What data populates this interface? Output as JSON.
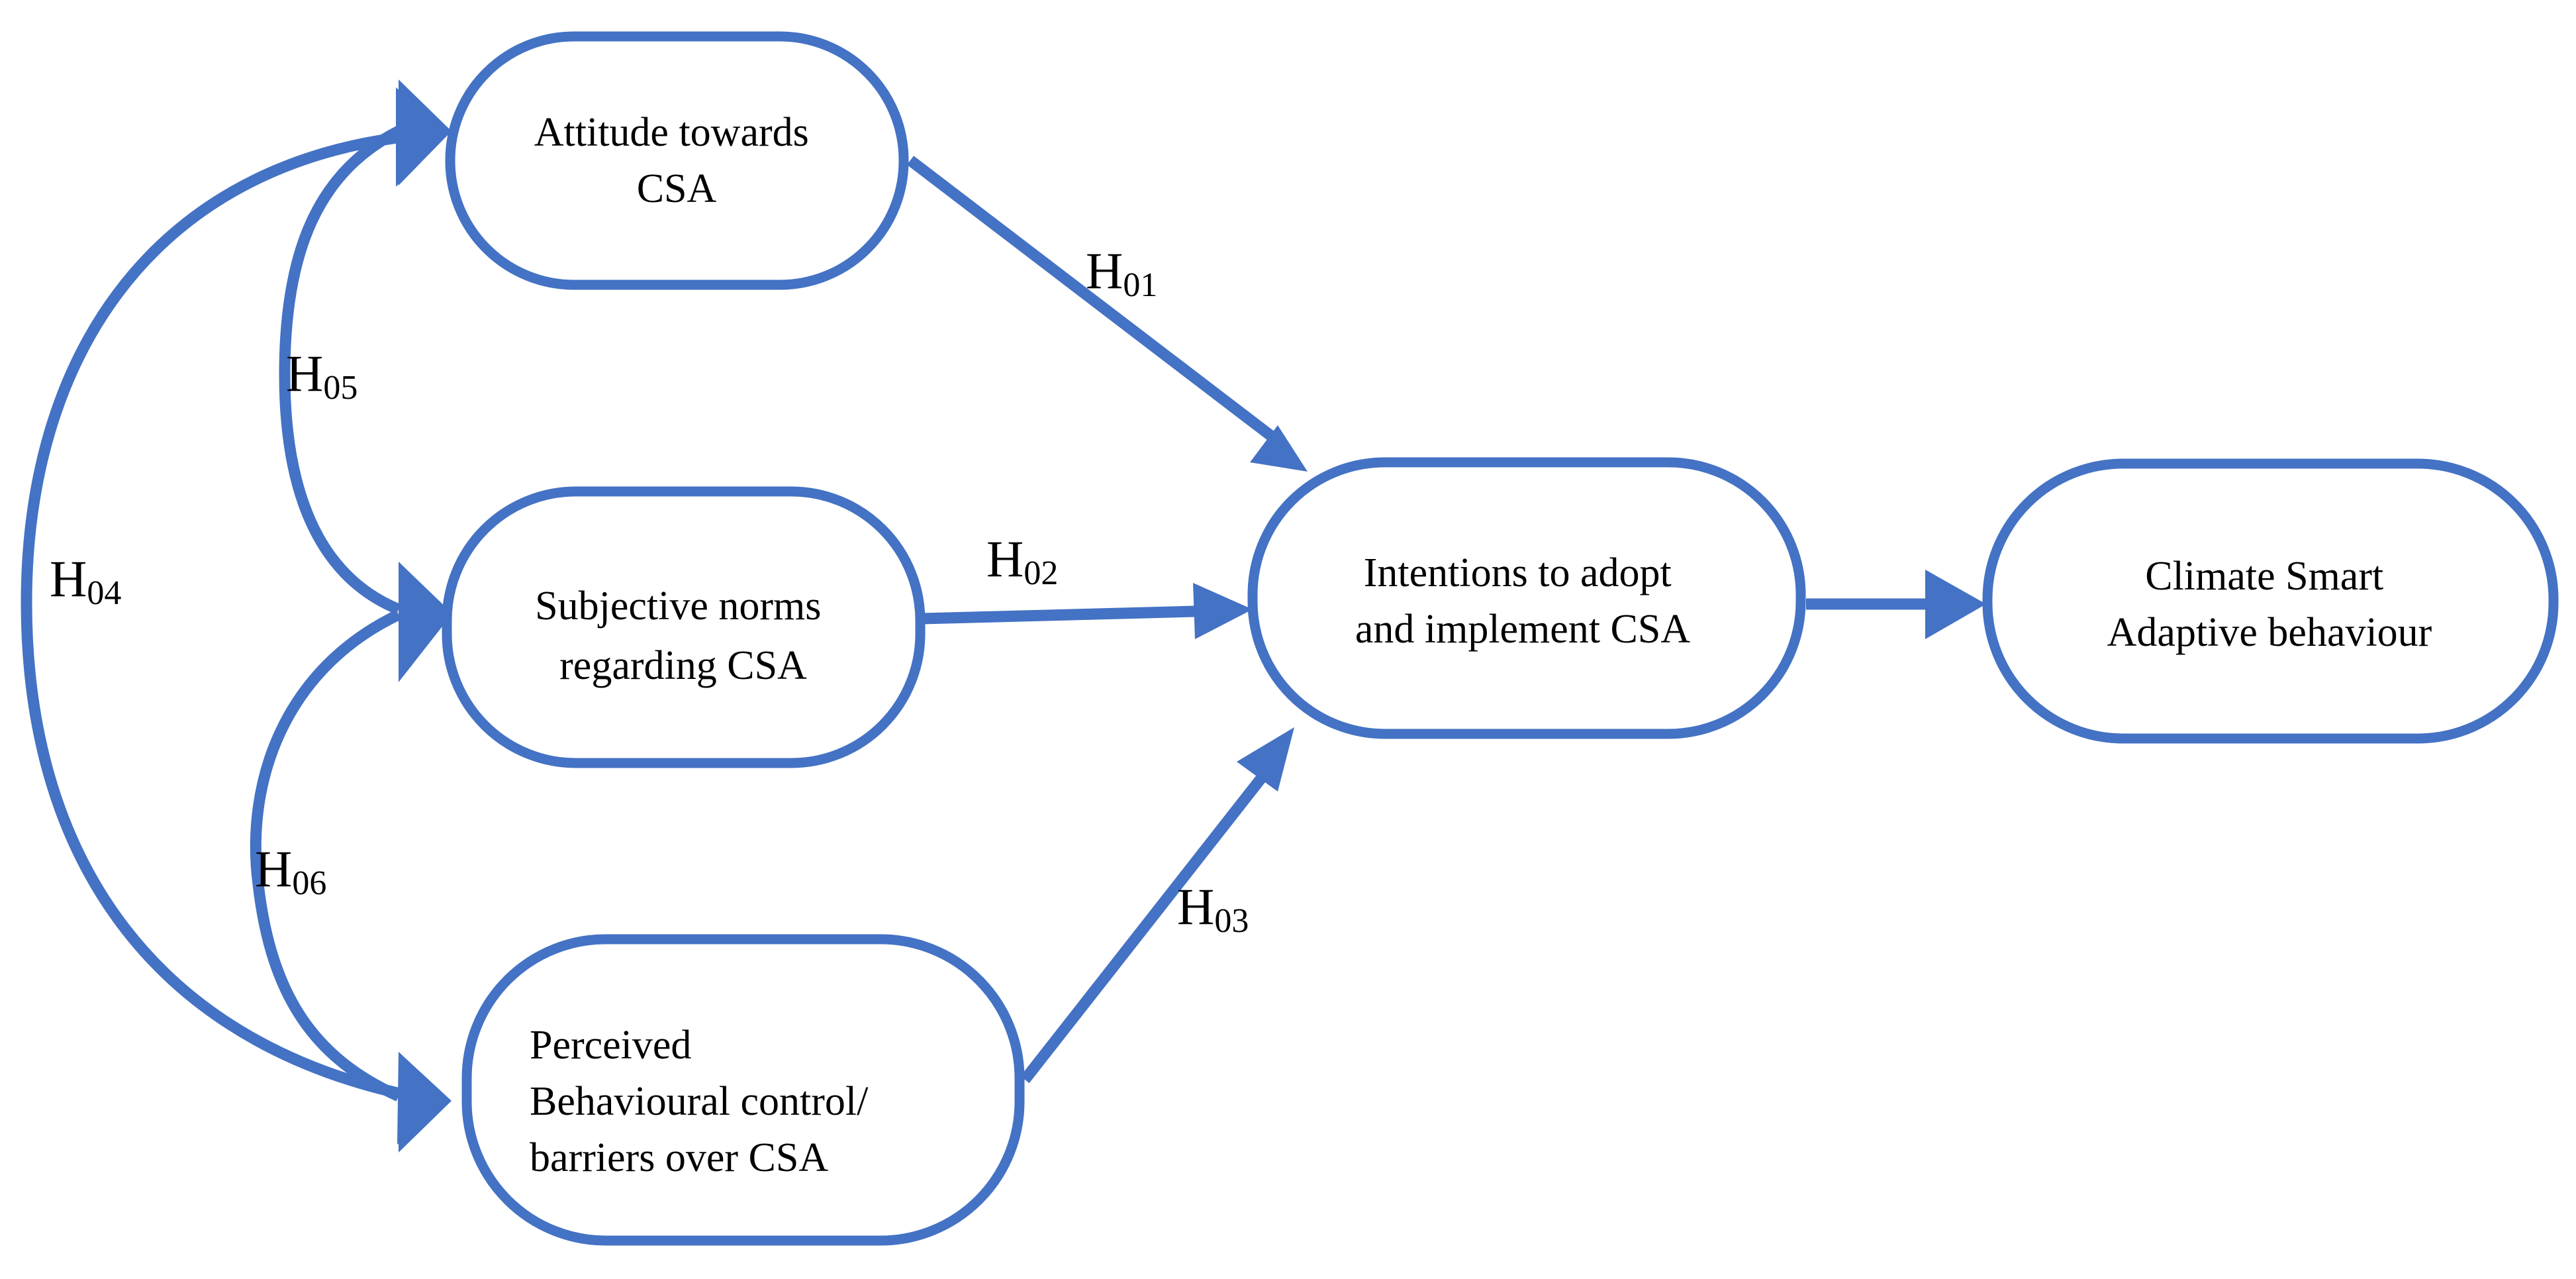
{
  "colors": {
    "stroke": "#4472c4",
    "background": "#ffffff",
    "text": "#000000"
  },
  "nodes": {
    "attitude": {
      "lines": [
        "Attitude towards",
        "CSA"
      ]
    },
    "subjective": {
      "lines": [
        "Subjective norms",
        "regarding CSA"
      ]
    },
    "perceived": {
      "lines": [
        "Perceived",
        "Behavioural control/",
        "barriers over CSA"
      ]
    },
    "intentions": {
      "lines": [
        "Intentions to adopt",
        "and implement CSA"
      ]
    },
    "climate": {
      "lines": [
        "Climate Smart",
        "Adaptive behaviour"
      ]
    }
  },
  "hypotheses": {
    "h01": {
      "letter": "H",
      "num": "01"
    },
    "h02": {
      "letter": "H",
      "num": "02"
    },
    "h03": {
      "letter": "H",
      "num": "03"
    },
    "h04": {
      "letter": "H",
      "num": "04"
    },
    "h05": {
      "letter": "H",
      "num": "05"
    },
    "h06": {
      "letter": "H",
      "num": "06"
    }
  }
}
